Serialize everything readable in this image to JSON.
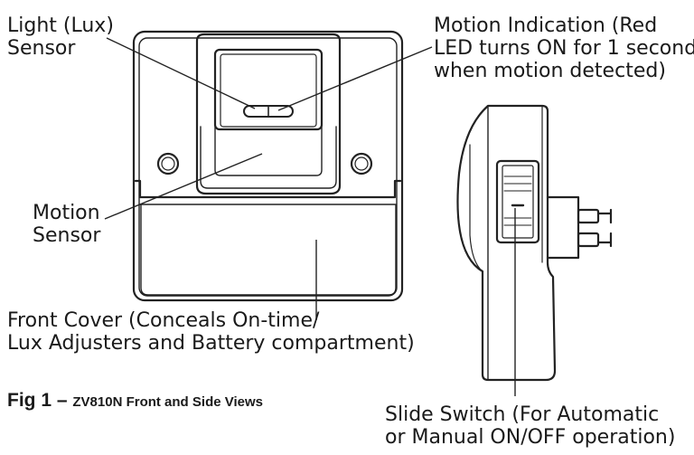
{
  "labels": {
    "light_sensor": [
      "Light (Lux)",
      "Sensor"
    ],
    "motion_indication": [
      "Motion Indication (Red",
      "LED turns ON for 1 second",
      "when motion detected)"
    ],
    "motion_sensor": [
      "Motion",
      "Sensor"
    ],
    "front_cover": [
      "Front Cover (Conceals On-time/",
      "Lux Adjusters and Battery compartment)"
    ],
    "slide_switch": [
      "Slide Switch (For Automatic",
      "or Manual ON/OFF operation)"
    ]
  },
  "caption": {
    "number": "Fig 1",
    "dash": " – ",
    "text": "ZV810N Front and Side Views"
  }
}
